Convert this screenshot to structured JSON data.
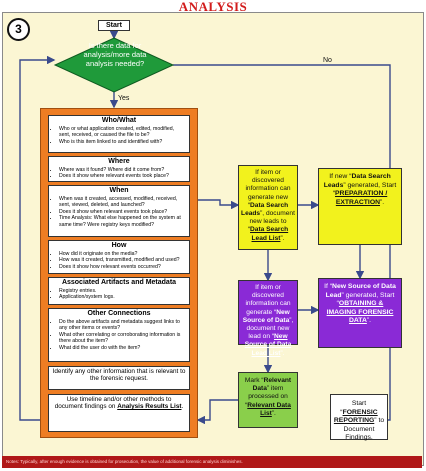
{
  "title": "ANALYSIS",
  "step_number": "3",
  "start_label": "Start",
  "decision": {
    "text": "Is there data for analysis/more data analysis needed?",
    "yes": "Yes",
    "no": "No"
  },
  "sections": {
    "who_what": {
      "title": "Who/What",
      "items": [
        "Who or what application created, edited, modified, sent, received, or caused the file to be?",
        "Who is this item linked to and identified with?"
      ]
    },
    "where": {
      "title": "Where",
      "items": [
        "Where was it found? Where did it come from?",
        "Does it show where relevant events took place?"
      ]
    },
    "when": {
      "title": "When",
      "items": [
        "When was it created, accessed, modified, received, sent, viewed, deleted, and launched?",
        "Does it show when relevant events took place?",
        "Time Analysis: What else happened on the system at same time? Were registry keys modified?"
      ]
    },
    "how": {
      "title": "How",
      "items": [
        "How did it originate on the media?",
        "How was it created, transmitted, modified and used?",
        "Does it show how relevant events occurred?"
      ]
    },
    "artifacts": {
      "title": "Associated Artifacts and Metadata",
      "items": [
        "Registry entries.",
        "Application/system logs."
      ]
    },
    "connections": {
      "title": "Other Connections",
      "items": [
        "Do the above artifacts and metadata suggest links to any other items or events?",
        "What other correlating or corroborating information is there about the item?",
        "What did the user do with the item?"
      ]
    },
    "identify": "Identify any other information that is relevant to the forensic request.",
    "timeline_pre": "Use timeline and/or other methods to document findings on ",
    "timeline_link": "Analysis Results List",
    "timeline_post": "."
  },
  "yellow_left": {
    "pre": "If item or discovered information can generate new “",
    "bold": "Data Search Leads",
    "mid": "”, document new leads to “",
    "link": "Data Search Lead List",
    "post": "”."
  },
  "yellow_right": {
    "pre": "If new “",
    "bold": "Data Search Leads",
    "mid": "” generated, Start “",
    "link": "PREPARATION / EXTRACTION",
    "post": "”."
  },
  "purple_left": {
    "pre": "If item or discovered information can generate “",
    "bold": "New Source of Data",
    "mid": "”, document new lead on “",
    "link": "New Source of Data Lead List",
    "post": "”."
  },
  "purple_right": {
    "pre": "If “",
    "bold": "New Source of Data Lead",
    "mid": "” generated, Start “",
    "link": "OBTAINING & IMAGING FORENSIC DATA",
    "post": "”."
  },
  "green": {
    "pre": "Mark “",
    "bold": "Relevant Data",
    "mid": "” item processed on “",
    "link": "Relevant Data List",
    "post": "”."
  },
  "white_end": {
    "pre": "Start “",
    "link": "FORENSIC REPORTING",
    "post": "” to Document Findings."
  },
  "footer": "Notes: Typically, after enough evidence is obtained for prosecution, the value of additional forensic analysis diminishes.",
  "colors": {
    "orange": "#ee7d23",
    "yellow": "#f2f21d",
    "purple": "#8a2ad6",
    "green": "#8acf4b",
    "diamond": "#1f9a3a",
    "title": "#d21c1c"
  }
}
